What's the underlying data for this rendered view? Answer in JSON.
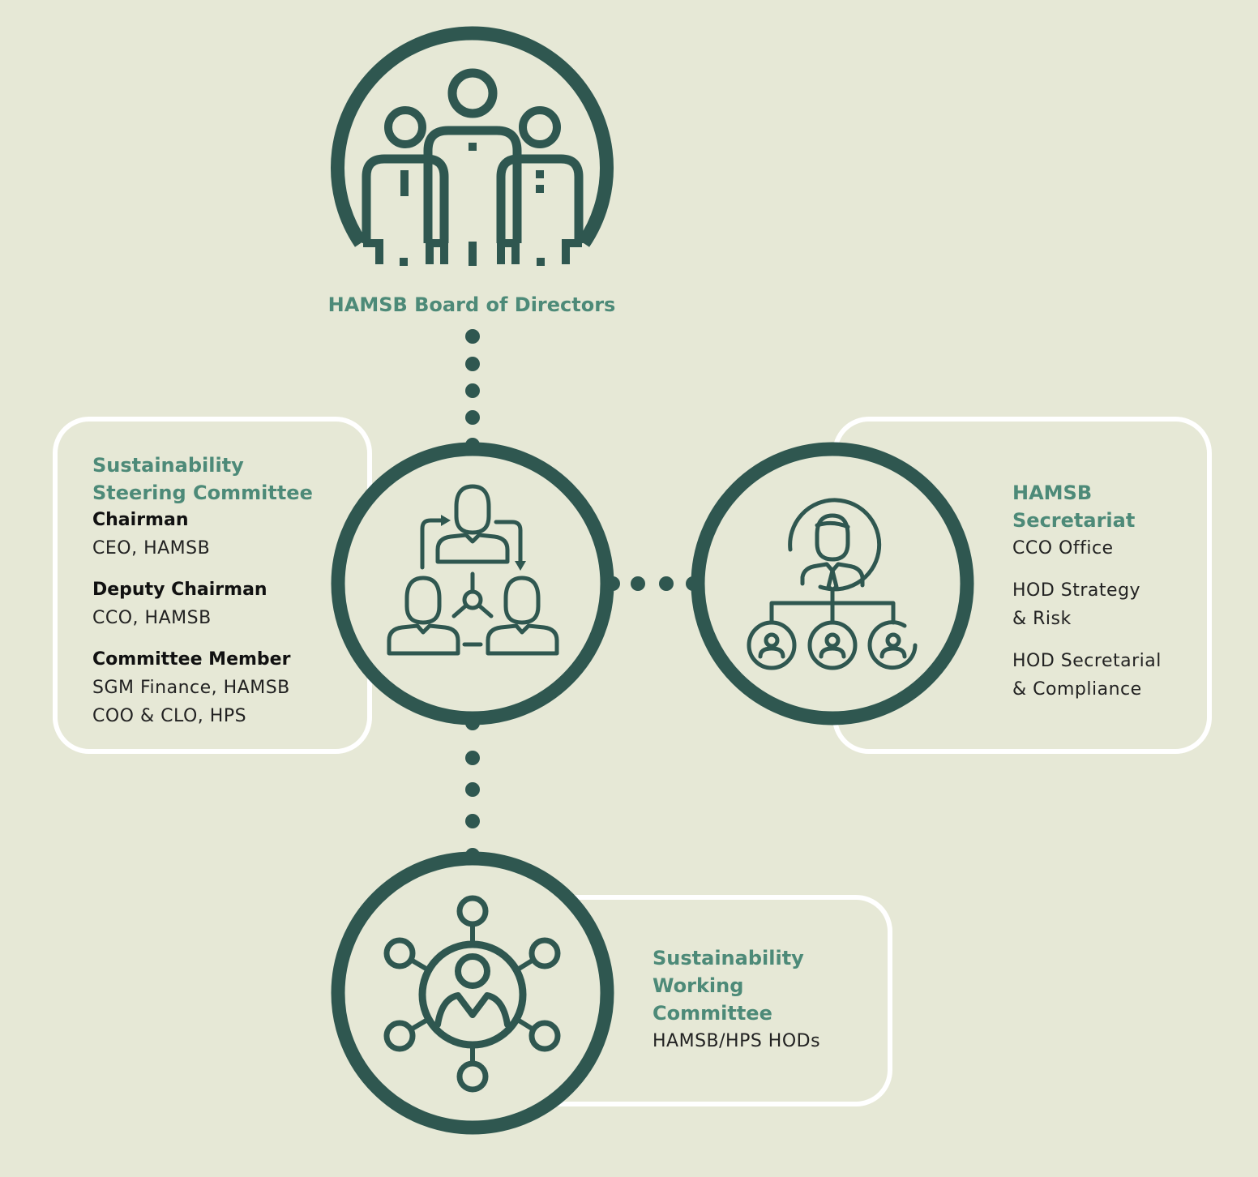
{
  "colors": {
    "background": "#e6e8d6",
    "icon": "#2f5750",
    "heading": "#4d8a78",
    "box_border": "#ffffff"
  },
  "board": {
    "title": "HAMSB Board of Directors",
    "icon": "group-people-icon"
  },
  "steering": {
    "icon": "hierarchy-flow-icon",
    "title_line1": "Sustainability",
    "title_line2": "Steering Committee",
    "chairman_label": "Chairman",
    "chairman_value": "CEO, HAMSB",
    "deputy_label": "Deputy Chairman",
    "deputy_value": "CCO, HAMSB",
    "member_label": "Committee Member",
    "member_value1": "SGM Finance, HAMSB",
    "member_value2": "COO & CLO, HPS"
  },
  "secretariat": {
    "icon": "org-chart-icon",
    "title_line1": "HAMSB",
    "title_line2": "Secretariat",
    "item1": "CCO Office",
    "item2_line1": "HOD Strategy",
    "item2_line2": "& Risk",
    "item3_line1": "HOD Secretarial",
    "item3_line2": "& Compliance"
  },
  "working": {
    "icon": "network-person-icon",
    "title_line1": "Sustainability",
    "title_line2": "Working",
    "title_line3": "Committee",
    "value": "HAMSB/HPS HODs"
  }
}
